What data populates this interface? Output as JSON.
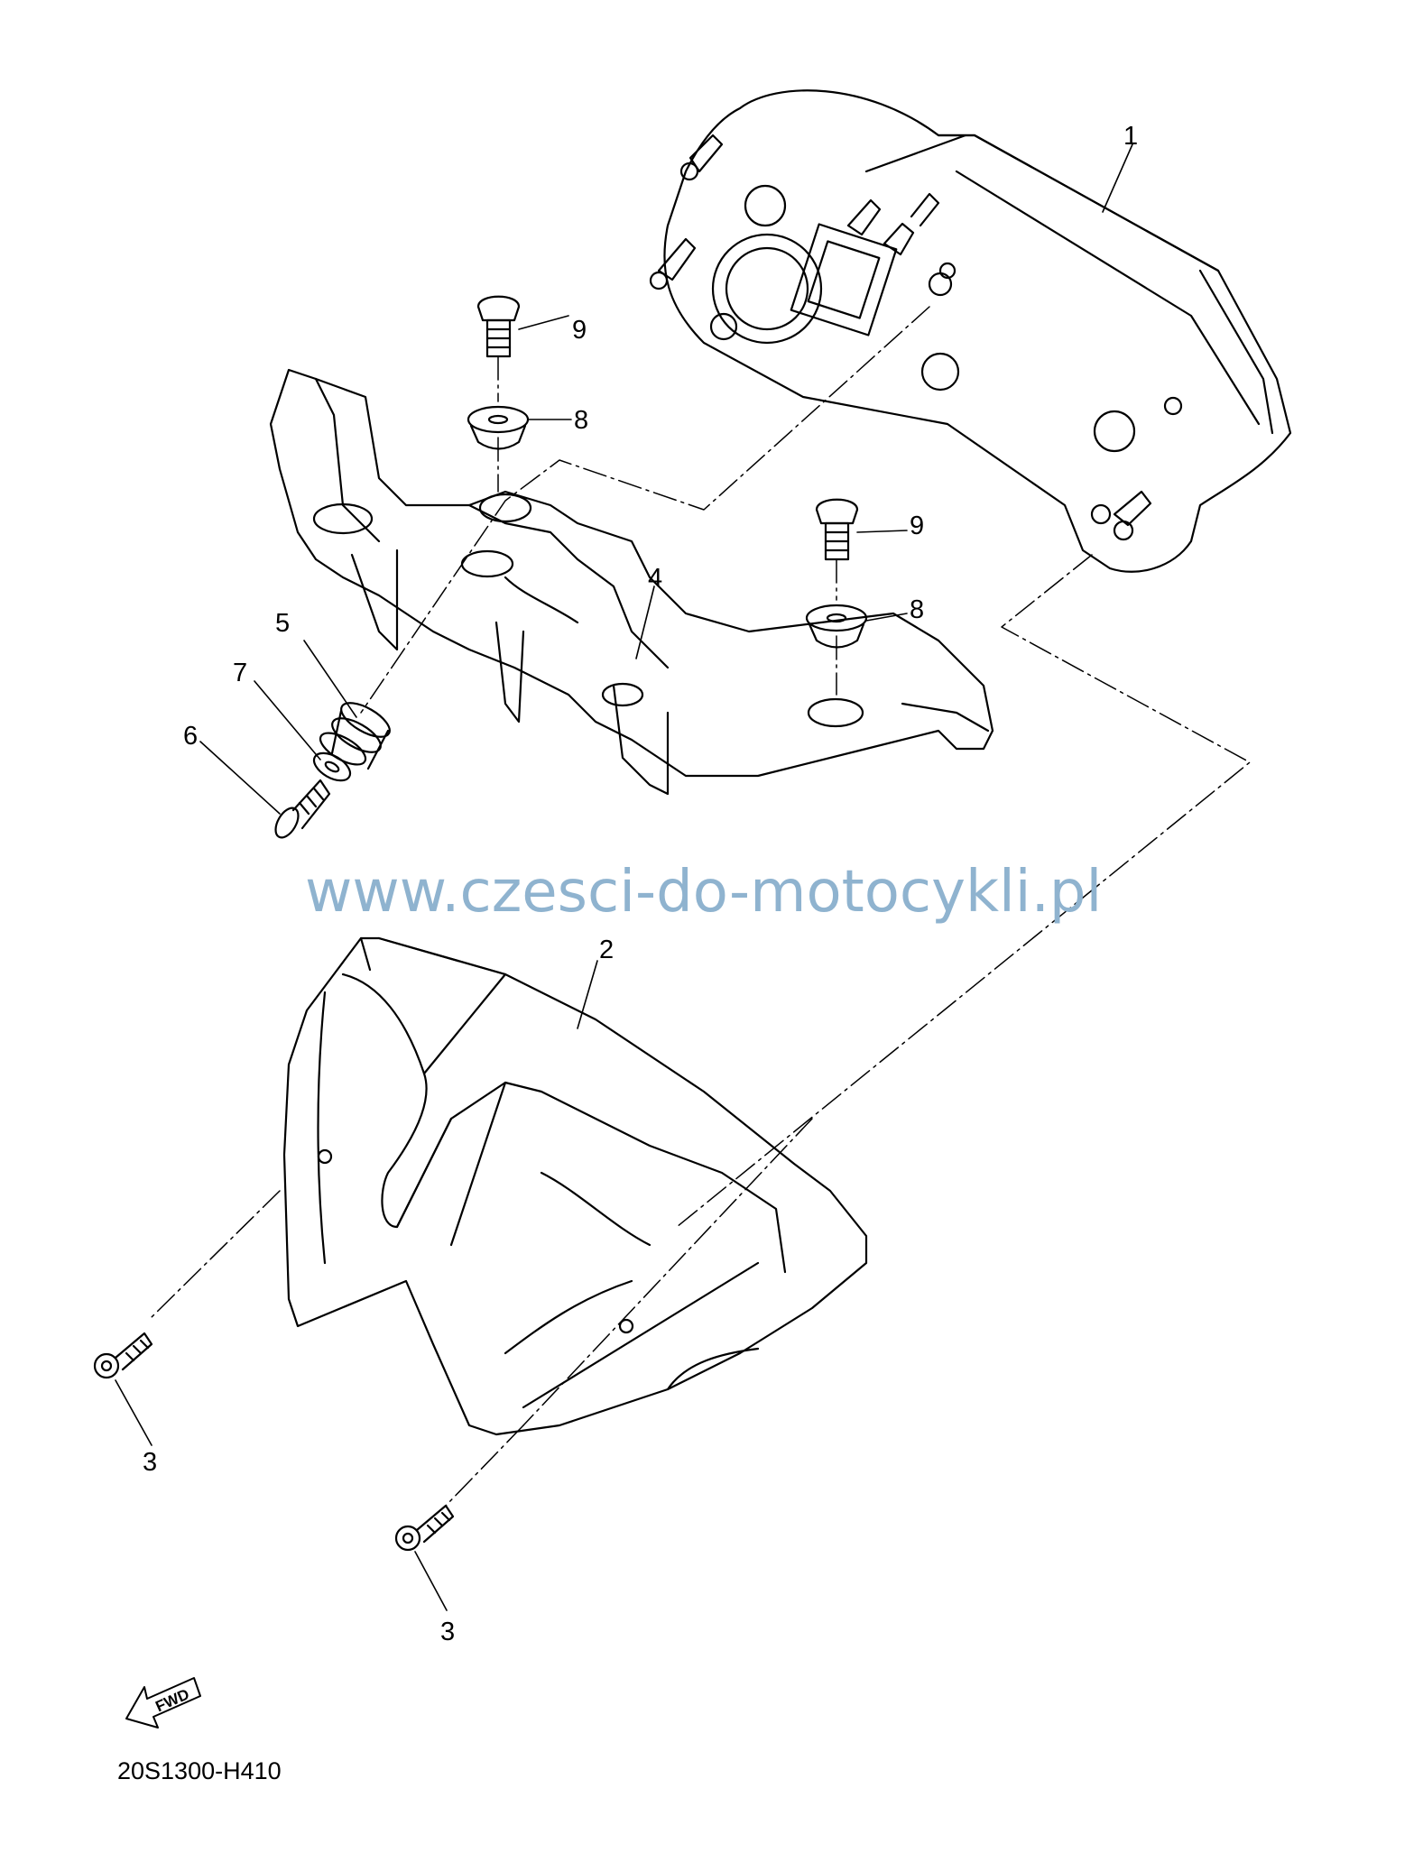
{
  "diagram": {
    "callouts": {
      "p1": "1",
      "p2": "2",
      "p3a": "3",
      "p3b": "3",
      "p4": "4",
      "p5": "5",
      "p6": "6",
      "p7": "7",
      "p8a": "8",
      "p8b": "8",
      "p9a": "9",
      "p9b": "9"
    },
    "watermark": "www.czesci-do-motocykli.pl",
    "fwd_label": "FWD",
    "reference_code": "20S1300-H410"
  },
  "colors": {
    "line": "#000000",
    "watermark": "#8fb3cf",
    "background": "#ffffff"
  }
}
